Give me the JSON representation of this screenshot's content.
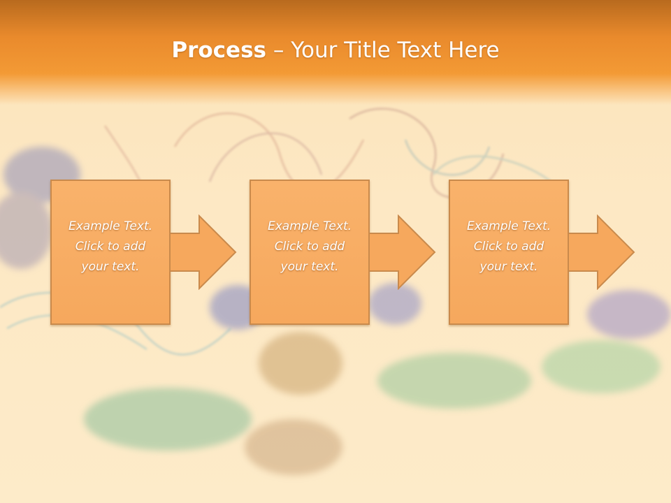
{
  "title": {
    "bold": "Process",
    "rest": " – Your Title Text Here"
  },
  "steps": [
    {
      "lines": [
        "Example Text.",
        "Click  to add",
        "your text."
      ]
    },
    {
      "lines": [
        "Example Text.",
        "Click  to add",
        "your text."
      ]
    },
    {
      "lines": [
        "Example Text.",
        "Click  to add",
        "your text."
      ]
    }
  ],
  "colors": {
    "header": "#f39a35",
    "box_fill": "#f6a85d",
    "box_border": "#c98a4c",
    "background": "#fde8c4"
  }
}
